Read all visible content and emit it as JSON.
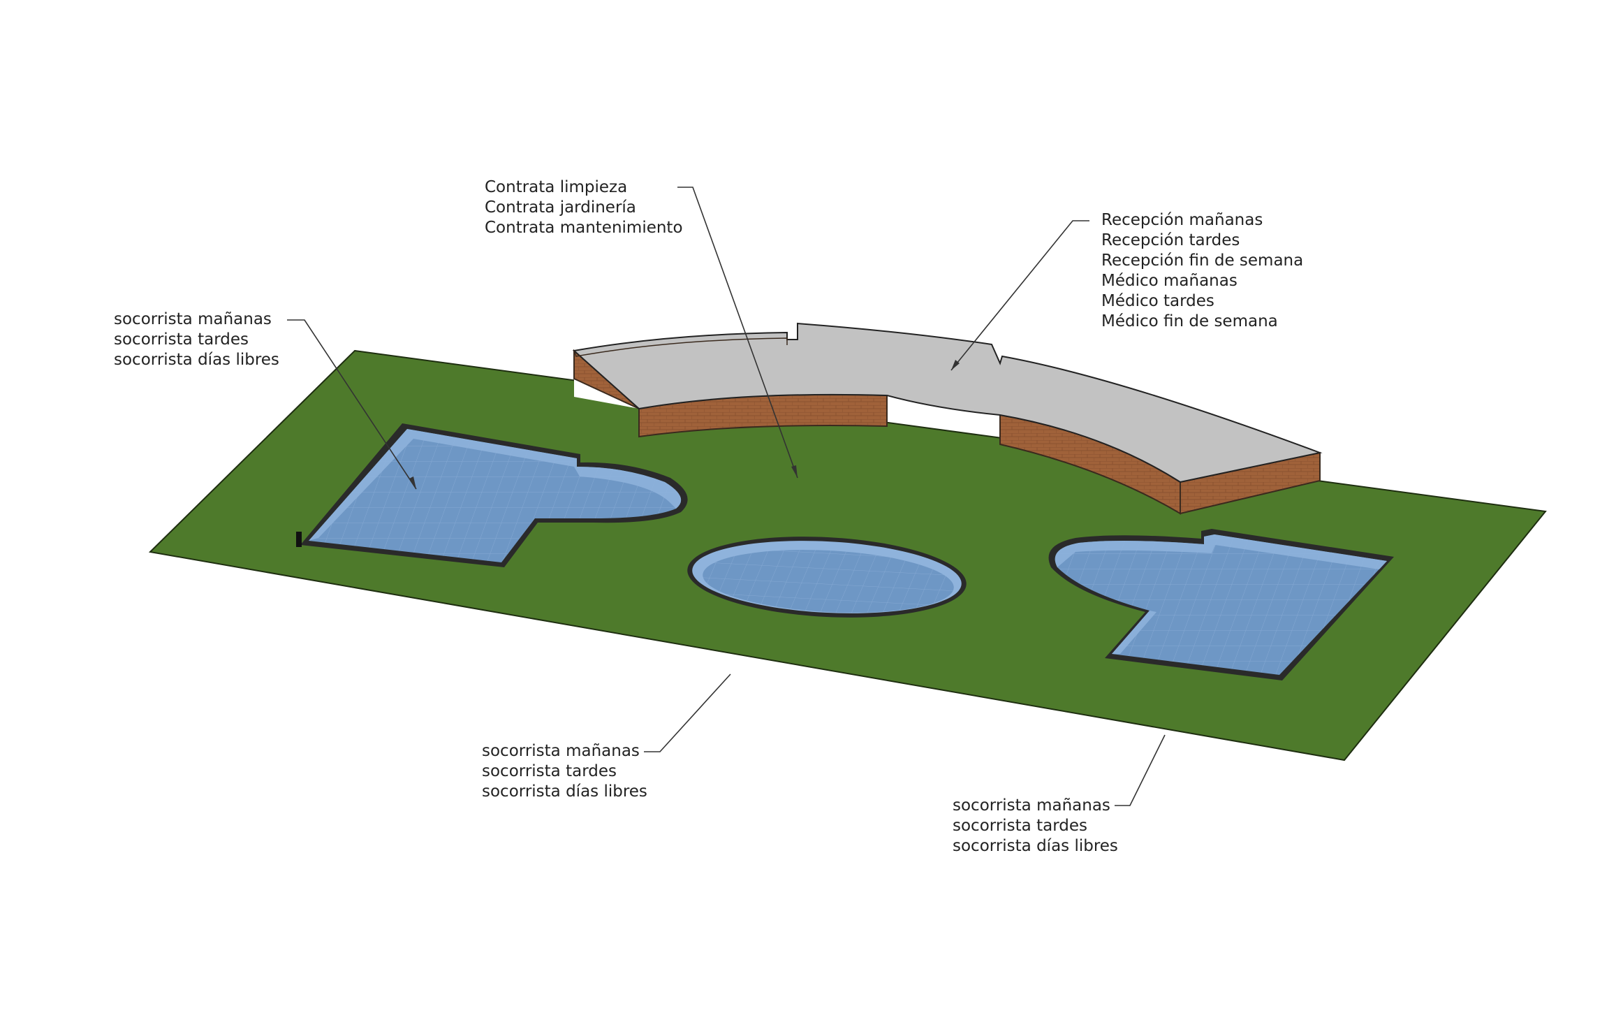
{
  "colors": {
    "lawn": "#4e7a2b",
    "lawn_edge": "#1e2e10",
    "pool_water": "#6e97c5",
    "pool_wall": "#8fb3dc",
    "pool_rim": "#2a2a2a",
    "building_roof": "#c2c2c2",
    "building_brick": "#a0623a",
    "leader_line": "#333333",
    "label_text": "#222222"
  },
  "annotations": {
    "left_pool": {
      "lines": [
        "socorrista mañanas",
        "socorrista tardes",
        "socorrista días libres"
      ]
    },
    "garden": {
      "lines": [
        "Contrata limpieza",
        "Contrata jardinería",
        "Contrata mantenimiento"
      ]
    },
    "building": {
      "lines": [
        "Recepción mañanas",
        "Recepción tardes",
        "Recepción fin de semana",
        "Médico mañanas",
        "Médico tardes",
        "Médico fin de semana"
      ]
    },
    "center_pool": {
      "lines": [
        "socorrista mañanas",
        "socorrista tardes",
        "socorrista días libres"
      ]
    },
    "right_pool": {
      "lines": [
        "socorrista mañanas",
        "socorrista tardes",
        "socorrista días libres"
      ]
    }
  }
}
